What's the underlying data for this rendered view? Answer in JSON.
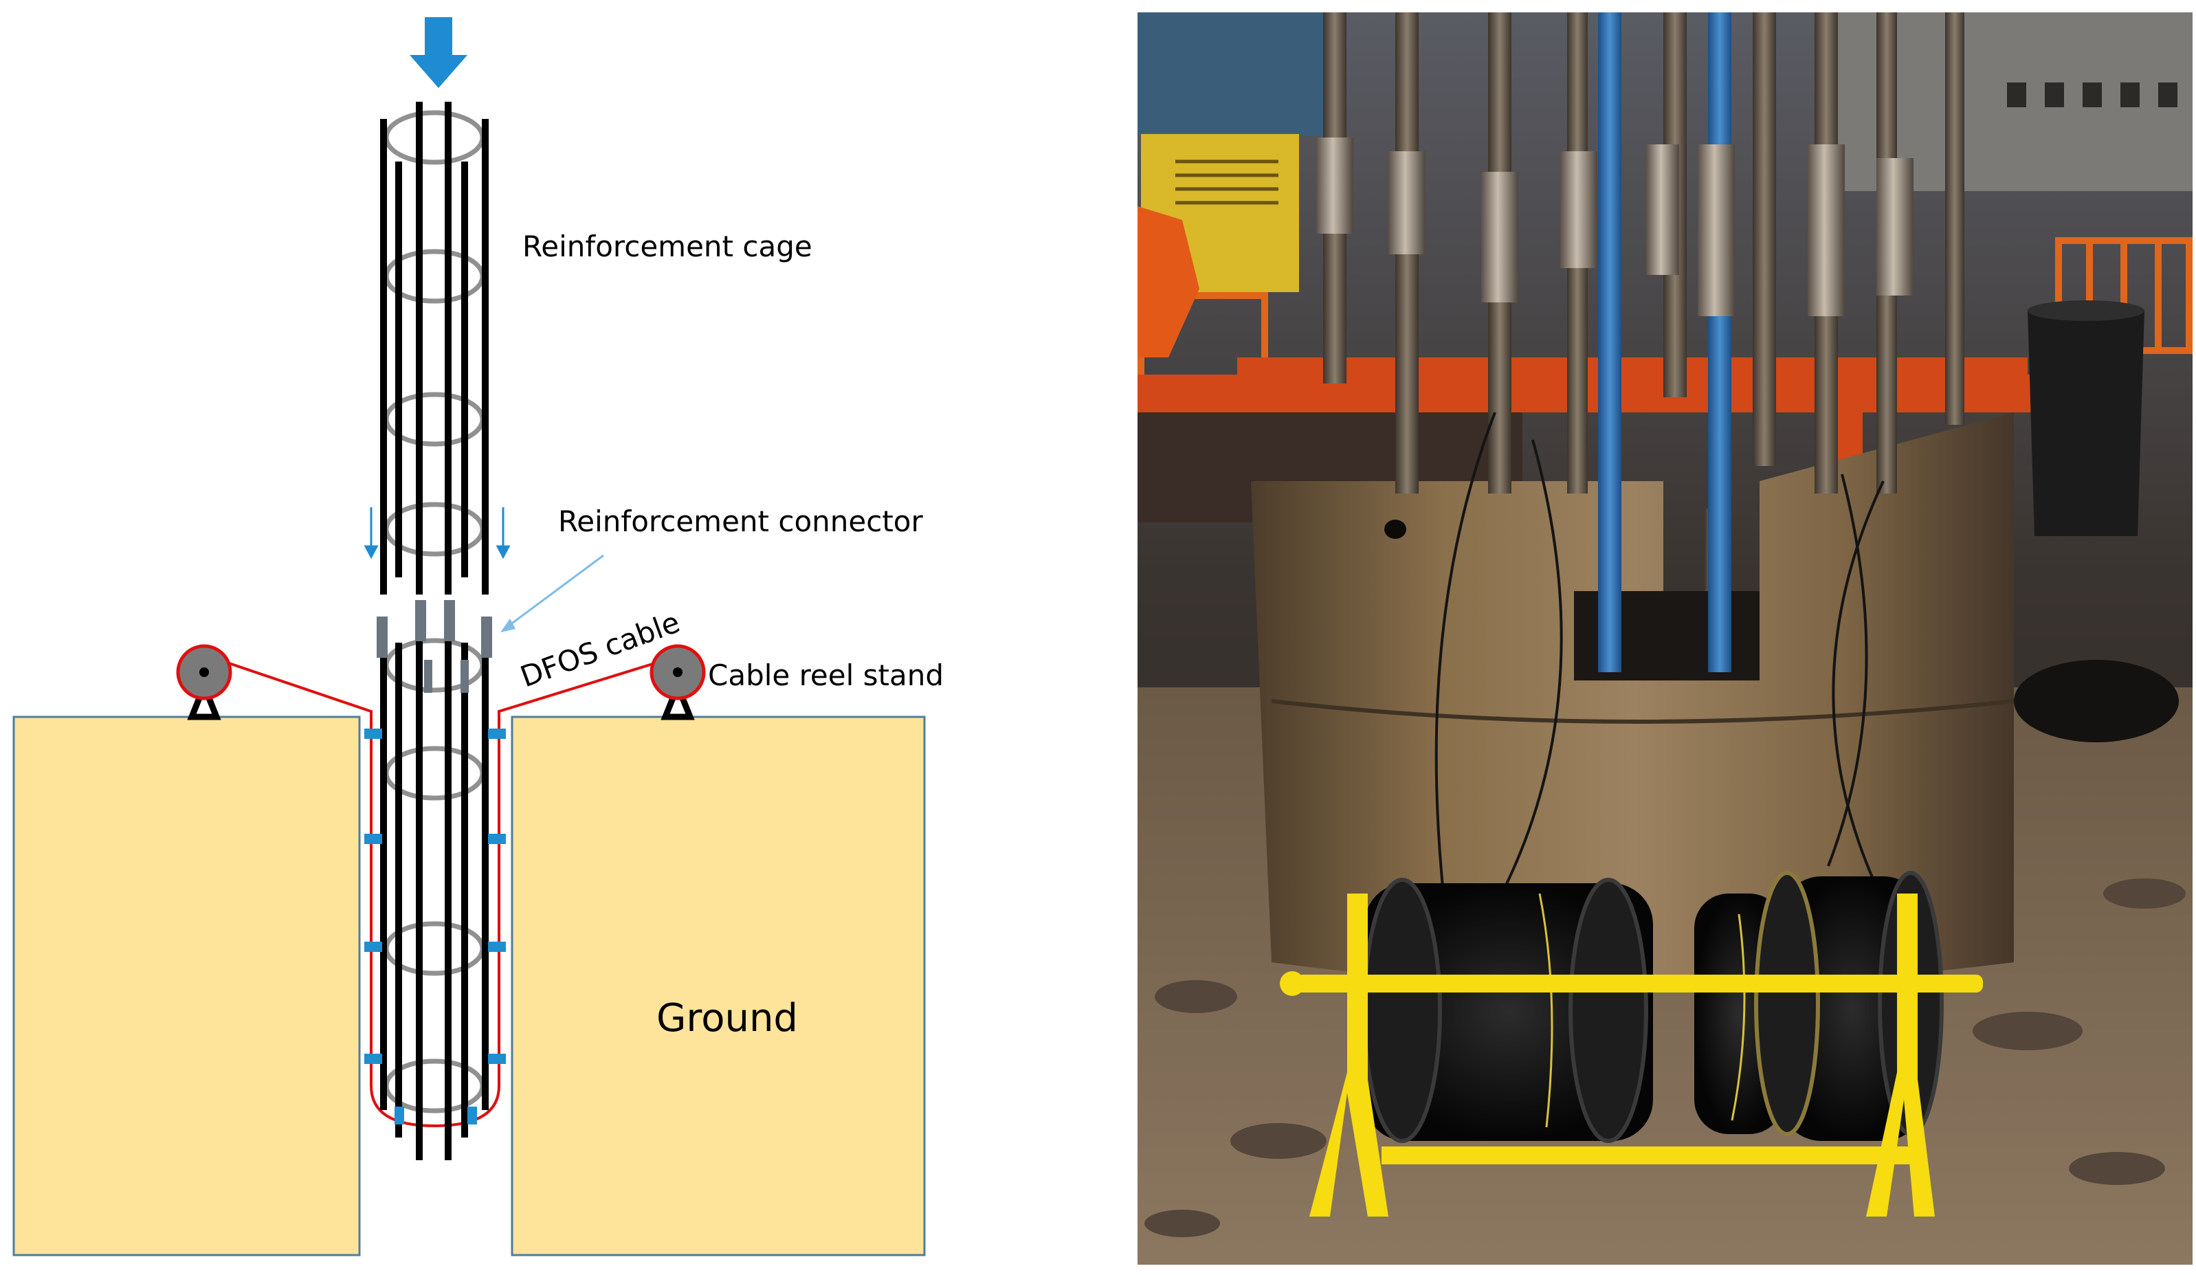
{
  "labels": {
    "cage": "Reinforcement cage",
    "connector": "Reinforcement connector",
    "dfos": "DFOS cable",
    "reel": "Cable reel stand",
    "ground": "Ground"
  },
  "colors": {
    "ground_fill": "#FDE49A",
    "ground_stroke": "#4E7E9B",
    "steel_bar": "#000000",
    "hoop": "#909090",
    "dfos_cable": "#E01010",
    "clamp": "#1F8FCF",
    "arrow": "#1E8BD2",
    "connector": "#6A7580",
    "reel_grey": "#7A7A7A",
    "stand_yellow": "#F6DC10",
    "cable_black": "#141414",
    "rebar": "#5C5248",
    "casing_rust": "#7A6240",
    "frame_orange": "#D24818"
  },
  "icons": {
    "push_arrow": "down-arrow-icon",
    "reel": "cable-reel-icon"
  }
}
